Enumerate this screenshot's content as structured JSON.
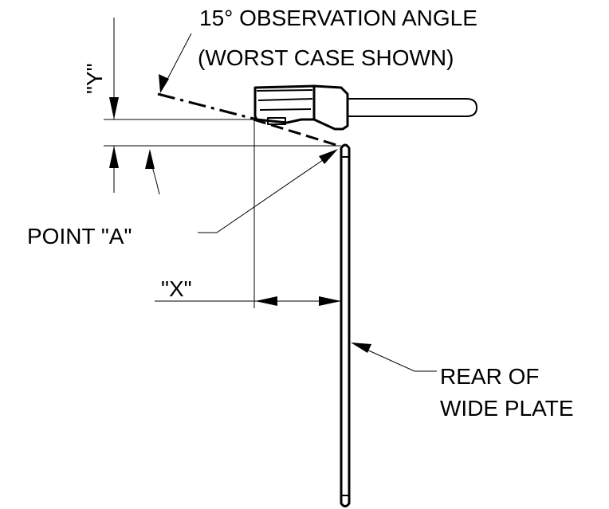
{
  "labels": {
    "angle_line1": "15°   OBSERVATION ANGLE",
    "angle_line2": "(WORST CASE SHOWN)",
    "y_dim": "\"Y\"",
    "point_a": "POINT \"A\"",
    "x_dim": "\"X\"",
    "rear_line1": "REAR OF",
    "rear_line2": "WIDE PLATE"
  }
}
